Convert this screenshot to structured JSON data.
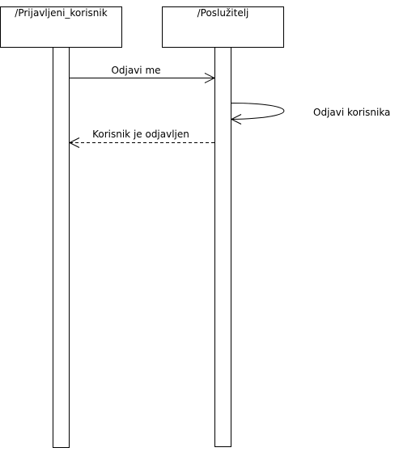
{
  "participants": [
    {
      "name": "/Prijavljeni_korisnik"
    },
    {
      "name": "/Poslužitelj"
    }
  ],
  "messages": [
    {
      "label": "Odjavi me",
      "kind": "sync",
      "from": 0,
      "to": 1
    },
    {
      "label": "Odjavi korisnika",
      "kind": "self",
      "from": 1,
      "to": 1
    },
    {
      "label": "Korisnik je odjavljen",
      "kind": "return",
      "from": 1,
      "to": 0
    }
  ]
}
